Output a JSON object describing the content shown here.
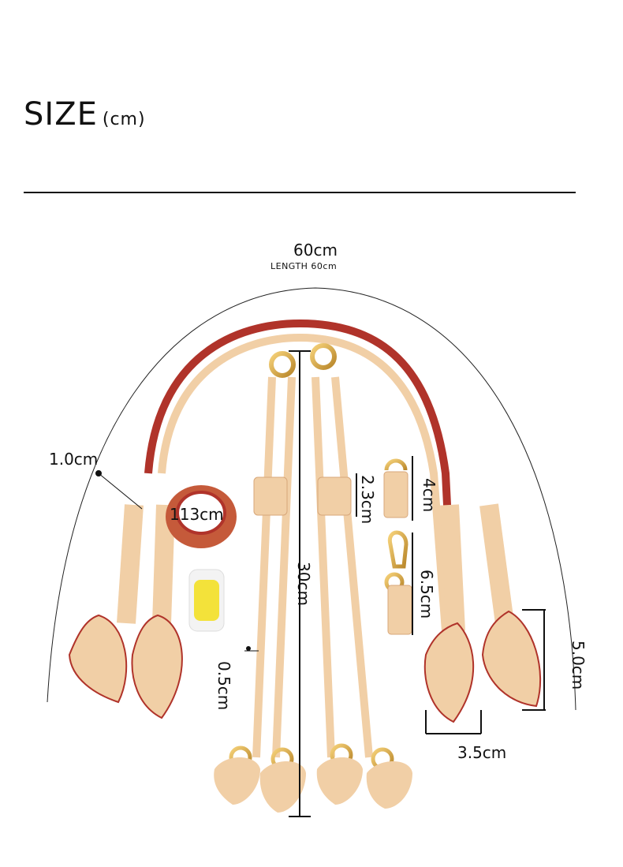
{
  "header": {
    "title": "SIZE",
    "unit": "(cm)"
  },
  "dimensions": {
    "strap_length": "60cm",
    "strap_length_caption": "LENGTH 60cm",
    "strap_width": "1.0cm",
    "tape_length": "113cm",
    "drop_strap_length": "30cm",
    "drop_strap_width": "0.5cm",
    "loop_width": "2.3cm",
    "tab_length": "4cm",
    "clasp_length": "6.5cm",
    "end_tab_height": "5.0cm",
    "end_tab_width": "3.5cm"
  },
  "colors": {
    "leather": "#f1cfa6",
    "edge": "#b0332a",
    "hardware": "#d9a640",
    "thread": "#f3e23a"
  }
}
